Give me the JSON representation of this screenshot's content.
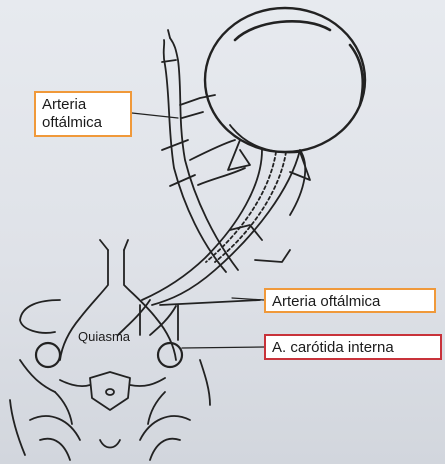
{
  "labels": {
    "ophthalmic_top_line1": "Arteria",
    "ophthalmic_top_line2": "oftálmica",
    "ophthalmic_right": "Arteria oftálmica",
    "carotid": "A. carótida interna",
    "chiasm": "Quiasma"
  },
  "colors": {
    "orange_border": "#f0993a",
    "red_border": "#c8323a",
    "ink": "#222222"
  }
}
